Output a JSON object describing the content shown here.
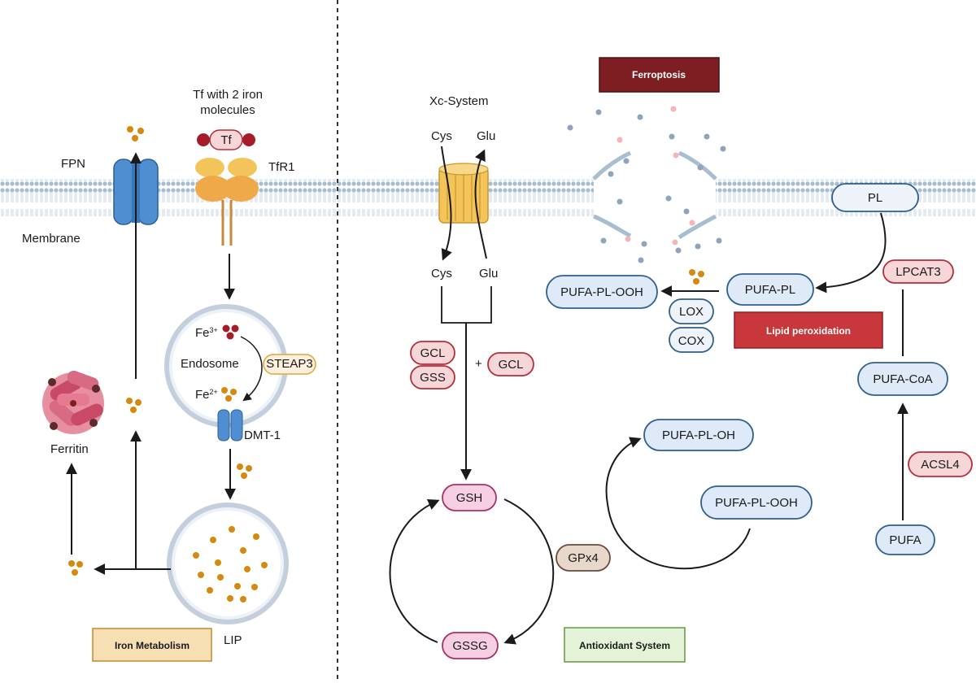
{
  "left": {
    "tf_caption_line1": "Tf with 2 iron",
    "tf_caption_line2": "molecules",
    "tf_label": "Tf",
    "tfr1_label": "TfR1",
    "fpn_label": "FPN",
    "membrane_label": "Membrane",
    "fe3_base": "Fe",
    "fe3_sup": "3+",
    "fe2_base": "Fe",
    "fe2_sup": "2+",
    "endosome_label": "Endosome",
    "steap3_label": "STEAP3",
    "dmt1_label": "DMT-1",
    "ferritin_label": "Ferritin",
    "lip_label": "LIP",
    "iron_metabolism_label": "Iron Metabolism"
  },
  "right": {
    "xc_system_label": "Xc-System",
    "cys_top": "Cys",
    "glu_top": "Glu",
    "cys_bottom": "Cys",
    "glu_bottom": "Glu",
    "gcl_1": "GCL",
    "gss": "GSS",
    "plus": "+",
    "gcl_2": "GCL",
    "gsh": "GSH",
    "gssg": "GSSG",
    "gpx4": "GPx4",
    "antioxidant_label": "Antioxidant System",
    "ferroptosis_label": "Ferroptosis",
    "pl": "PL",
    "lpcat3": "LPCAT3",
    "pufa_pl": "PUFA-PL",
    "pufa_pl_ooh_top": "PUFA-PL-OOH",
    "lox": "LOX",
    "cox": "COX",
    "lipid_peroxidation_label": "Lipid peroxidation",
    "pufa_coa": "PUFA-CoA",
    "acsl4": "ACSL4",
    "pufa": "PUFA",
    "pufa_pl_oh": "PUFA-PL-OH",
    "pufa_pl_ooh_mid": "PUFA-PL-OOH"
  },
  "colors": {
    "iron_orange": "#d4890f",
    "iron_red": "#a51c28",
    "red_pill_fill": "#f7d6d8",
    "red_pill_stroke": "#b52d3a",
    "blue_pill_fill": "#deeaf7",
    "blue_pill_stroke": "#2e5f8e",
    "pink_pill_fill": "#f6cfe2",
    "pink_pill_stroke": "#a8306a",
    "ferroptosis_fill": "#7d1f22",
    "lipid_box_fill": "#c8373c",
    "iron_box_fill": "#f6dfb2",
    "antiox_box_fill": "#e4f2d8",
    "membrane_blue": "#a7bdd0"
  }
}
